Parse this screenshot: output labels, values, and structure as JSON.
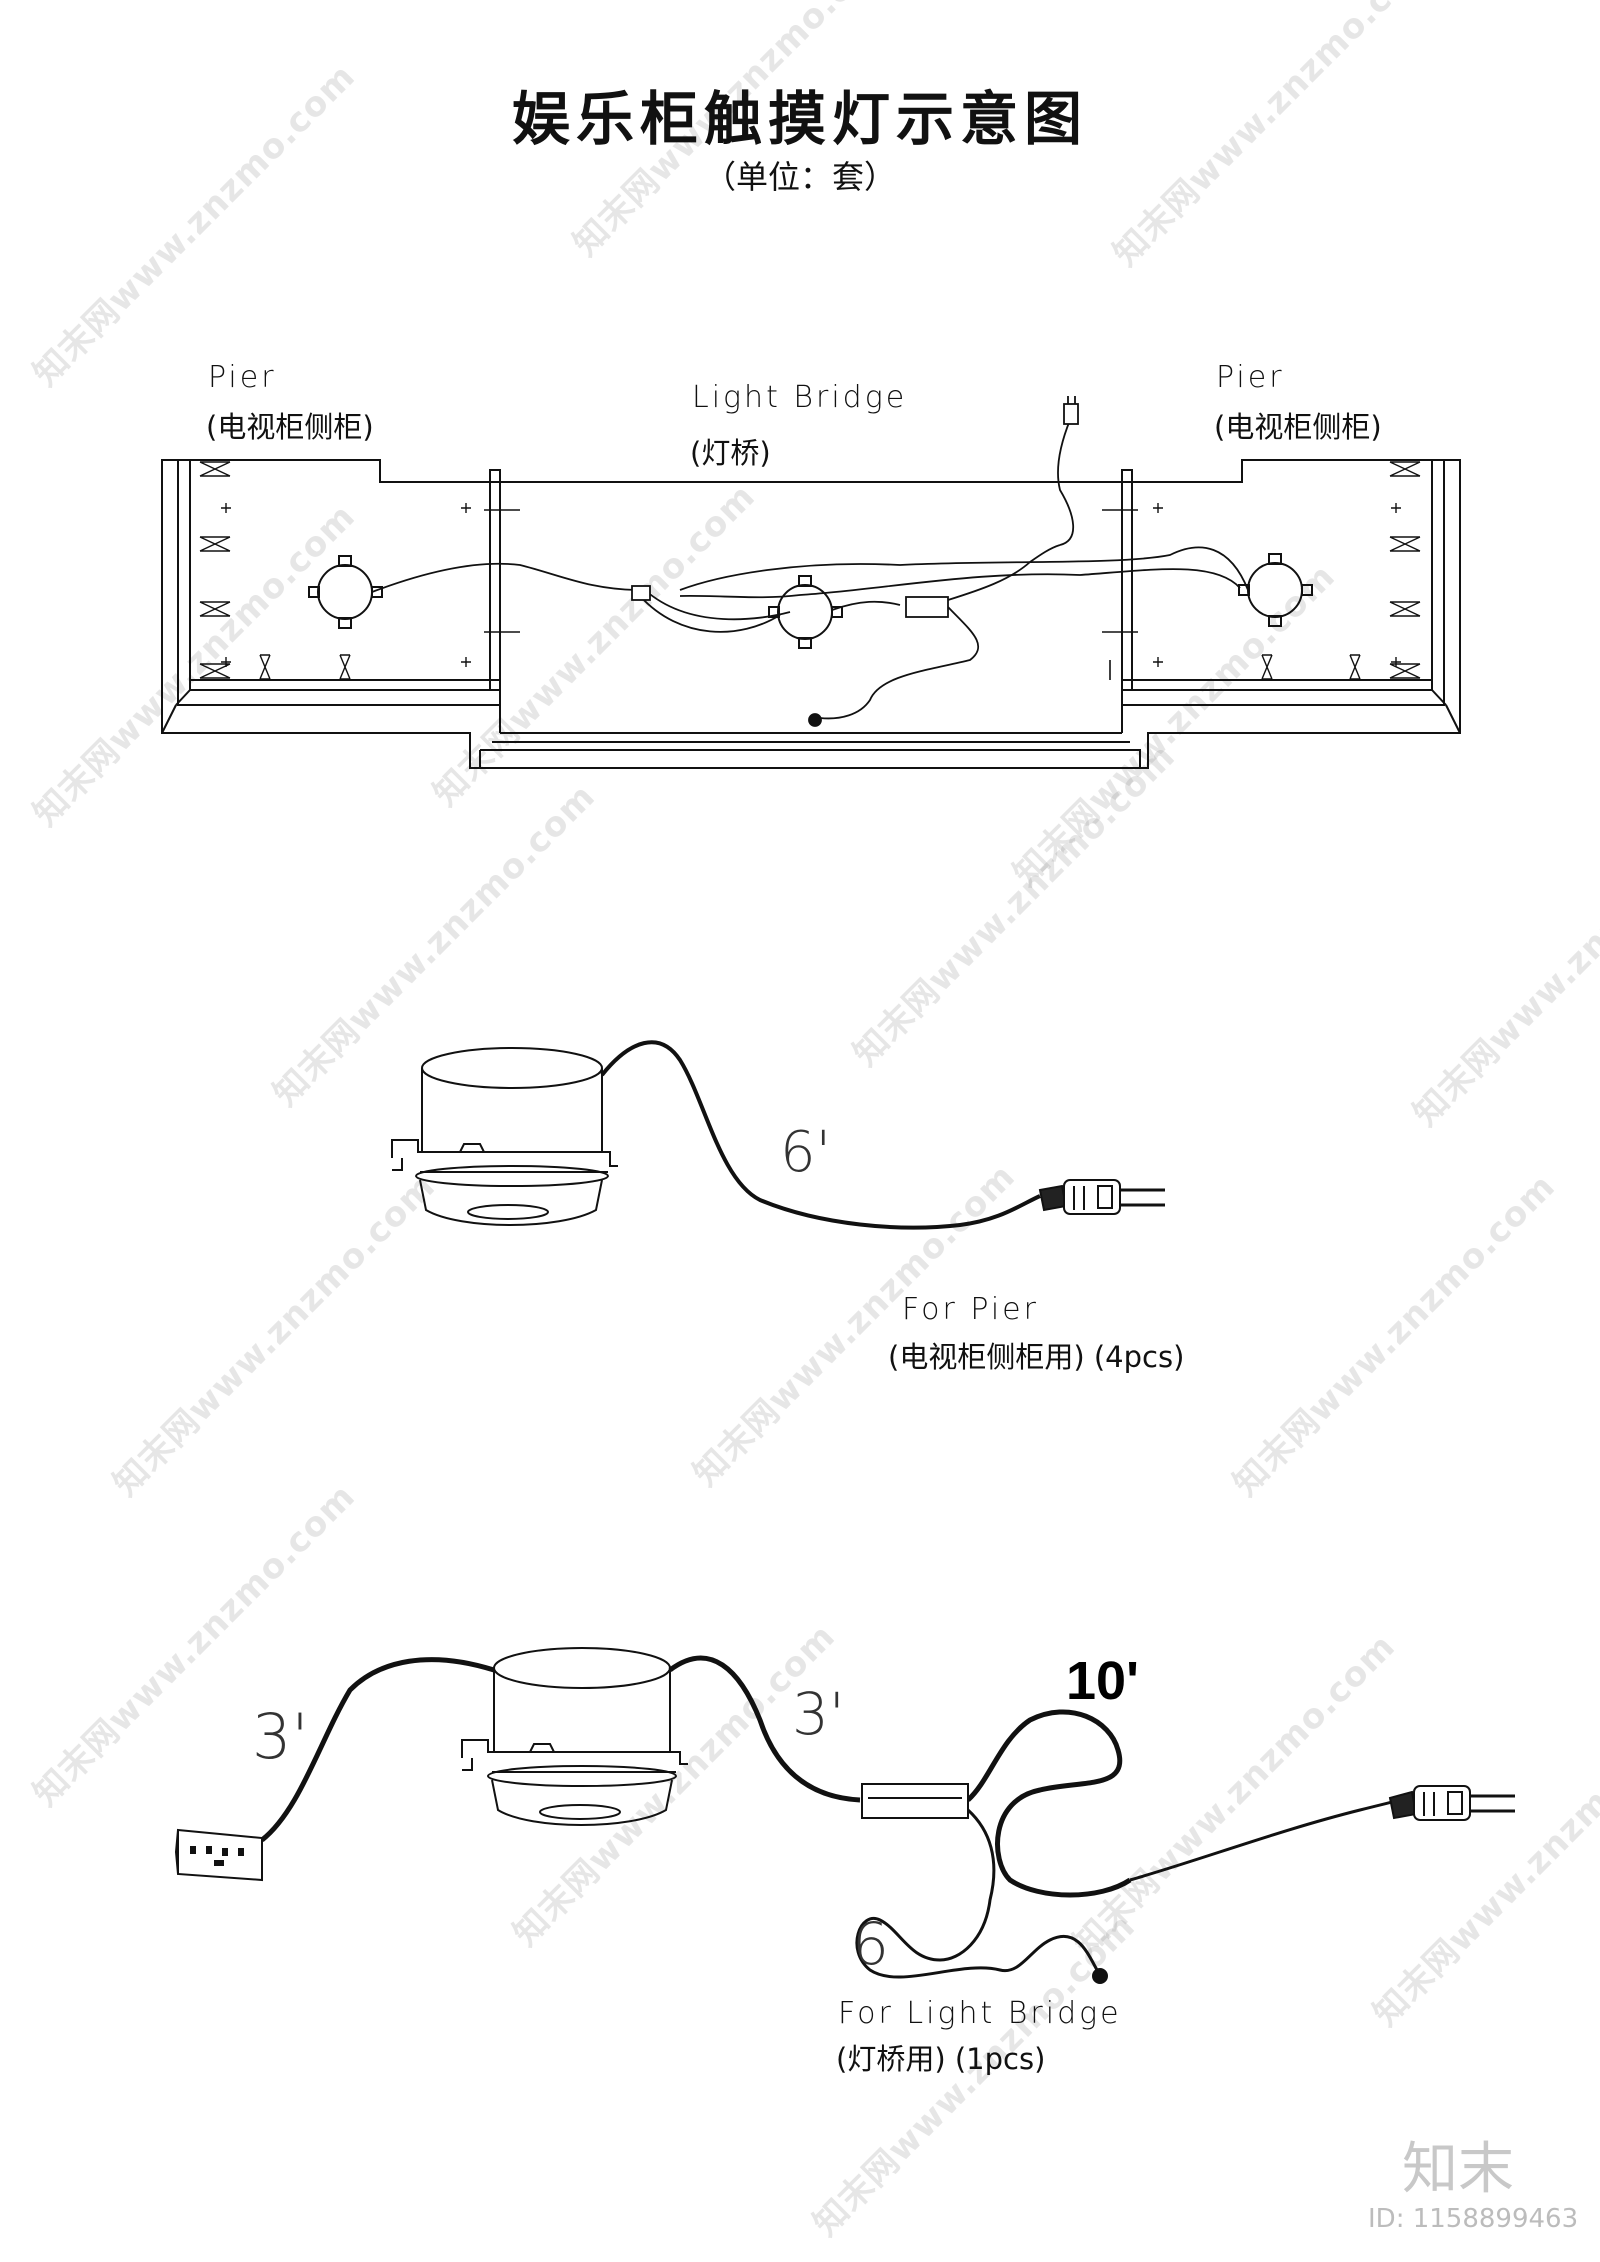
{
  "title": "娱乐柜触摸灯示意图",
  "subtitle": "（单位：套）",
  "plan": {
    "pier_left": "Pier",
    "pier_left_cn": "(电视柜侧柜)",
    "bridge": "Light Bridge",
    "bridge_cn": "(灯桥)",
    "pier_right": "Pier",
    "pier_right_cn": "(电视柜侧柜)"
  },
  "pier_kit": {
    "cord_length": "6'",
    "label": "For Pier",
    "label_cn": "(电视柜侧柜用) (4pcs)"
  },
  "bridge_kit": {
    "left_cord": "3'",
    "mid_cord": "3'",
    "main_cord": "10'",
    "sensor_cord": "6",
    "label": "For Light Bridge",
    "label_cn": "(灯桥用) (1pcs)"
  },
  "watermark": {
    "text": "知末网www.znzmo.com",
    "brand": "知末",
    "id": "ID: 1158899463"
  }
}
